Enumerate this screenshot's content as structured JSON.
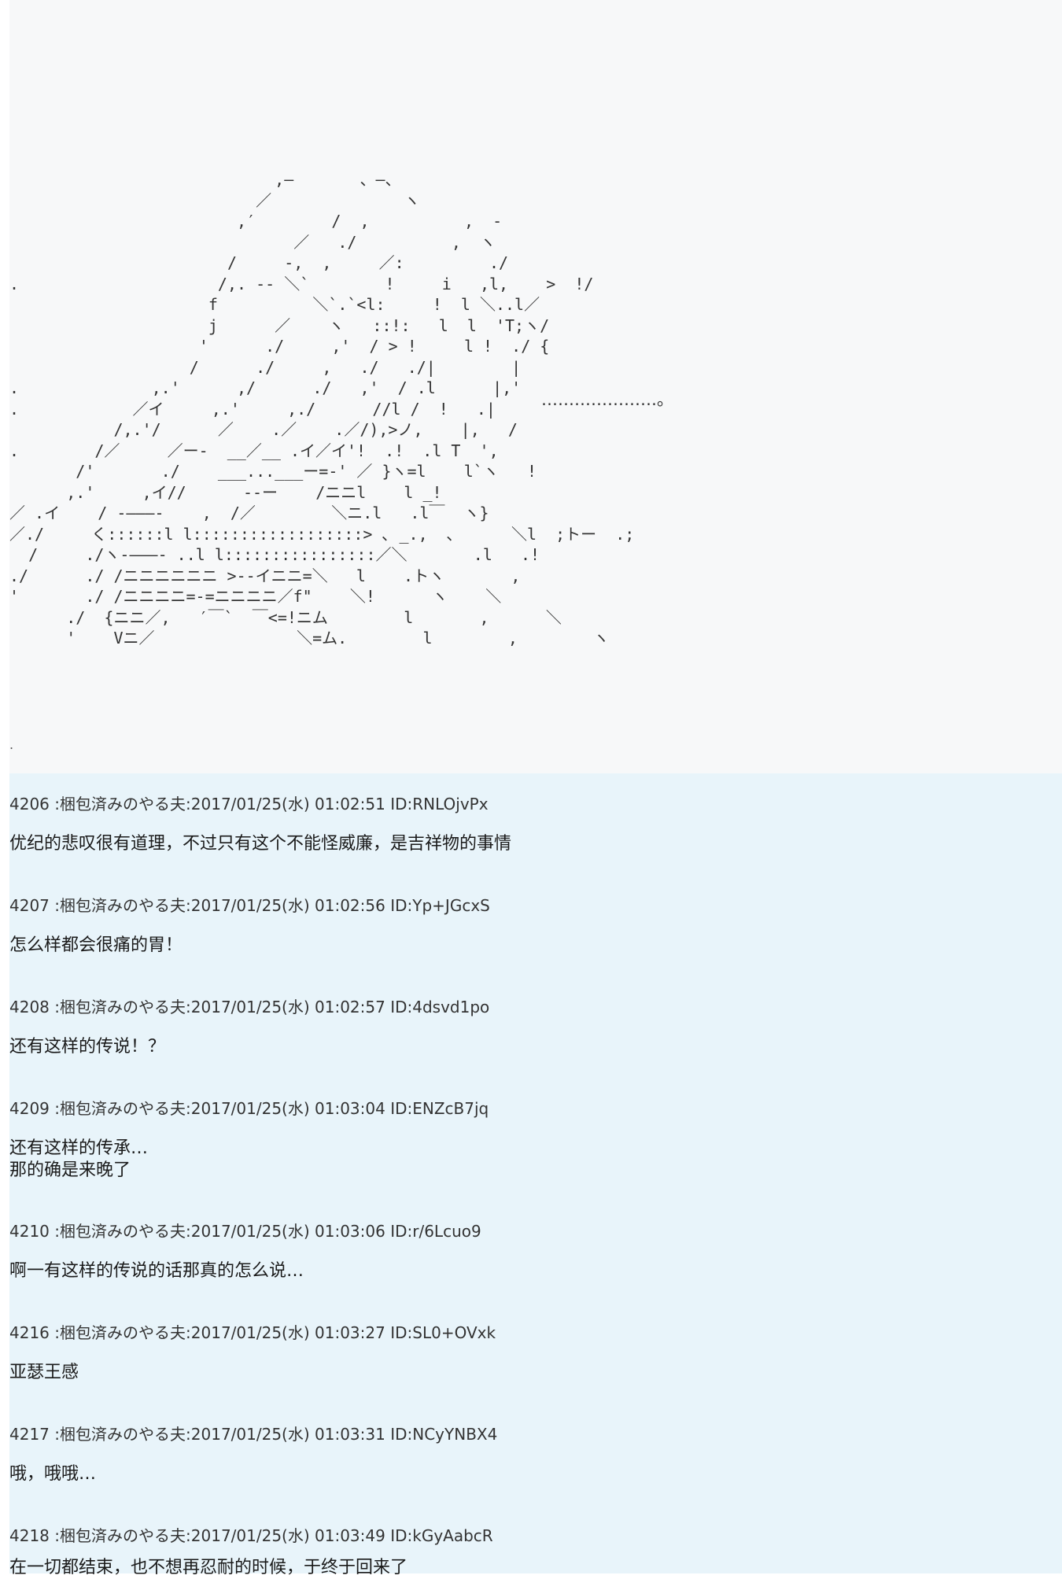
{
  "ascii_art": {
    "art": "                            ,—       、—、\n                          ／              ヽ\n                        ,′        /  ,          ,  -\n                              ／   ./          ,  ヽ\n                       /     -,  ,     ／:         ./\n.                     /,. -- ＼`        !     i   ,l,    >  !/\n                     f          ＼`.`<l:     !  l ＼..l／\n                     j      ／    ヽ   ::!:   l  l  'T;ヽ/\n                    '      ./     ,'  / > !     l !  ./ {\n                   /      ./     ,   ./   ./|        |\n.              ,.'      ,/      ./   ,'  / .l      |,'\n.            ／イ     ,.'     ,./      //l /  !   .|\n           /,.'/      ／    .／    .／/),>ノ,    |,   /\n.        /／     ／ー-  __／__ .イ／イ'!  .!  .l T  ',\n       /'       ./    ___...___ー=-' ／ }ヽ=l    l`ヽ   !\n      ,.'     ,イ//      ‐‐ー    /ニニl    l _!\n／ .イ    / -―――-    ,  /／        ＼ニ.l   .l￣  ヽ}\n／./     く::::::l l::::::::::::::::::> ､ _.,  ､      ＼l  ;トー  .;\n  /     ./ヽ-―――‐ ..l l::::::::::::::::／＼       .l   .!\n./      ./ /ニニニニニニ >--イニニ=＼   l    .トヽ       ,\n'       ./ /ニニニニ=-=ニニニニ／f\"    ＼!      ヽ    ＼\n      ./  {ニニ／,   ′￣`  ￣<=!ニム        l       ,      ＼\n      '    Vニ／               ＼=ム.        l        ,        ヽ",
    "speech": "…………………。",
    "dot": "."
  },
  "posts": [
    {
      "number": "4206",
      "name": "梱包済みのやる夫",
      "date": "2017/01/25(水)",
      "time": "01:02:51",
      "id": "RNLOjvPx",
      "body": "优纪的悲叹很有道理，不过只有这个不能怪威廉，是吉祥物的事情"
    },
    {
      "number": "4207",
      "name": "梱包済みのやる夫",
      "date": "2017/01/25(水)",
      "time": "01:02:56",
      "id": "Yp+JGcxS",
      "body": "怎么样都会很痛的胃！"
    },
    {
      "number": "4208",
      "name": "梱包済みのやる夫",
      "date": "2017/01/25(水)",
      "time": "01:02:57",
      "id": "4dsvd1po",
      "body": "还有这样的传说！？"
    },
    {
      "number": "4209",
      "name": "梱包済みのやる夫",
      "date": "2017/01/25(水)",
      "time": "01:03:04",
      "id": "ENZcB7jq",
      "body": "还有这样的传承…\n那的确是来晚了"
    },
    {
      "number": "4210",
      "name": "梱包済みのやる夫",
      "date": "2017/01/25(水)",
      "time": "01:03:06",
      "id": "r/6Lcuo9",
      "body": "啊一有这样的传说的话那真的怎么说…"
    },
    {
      "number": "4216",
      "name": "梱包済みのやる夫",
      "date": "2017/01/25(水)",
      "time": "01:03:27",
      "id": "SL0+OVxk",
      "body": "亚瑟王感"
    },
    {
      "number": "4217",
      "name": "梱包済みのやる夫",
      "date": "2017/01/25(水)",
      "time": "01:03:31",
      "id": "NCyYNBX4",
      "body": "哦，哦哦…"
    },
    {
      "number": "4218",
      "name": "梱包済みのやる夫",
      "date": "2017/01/25(水)",
      "time": "01:03:49",
      "id": "kGyAabcR",
      "body": "在一切都结束，也不想再忍耐的时候，于终于回来了"
    }
  ],
  "colors": {
    "art_background": "#f7f8f9",
    "thread_background": "#e8f4fa",
    "text": "#222222"
  }
}
